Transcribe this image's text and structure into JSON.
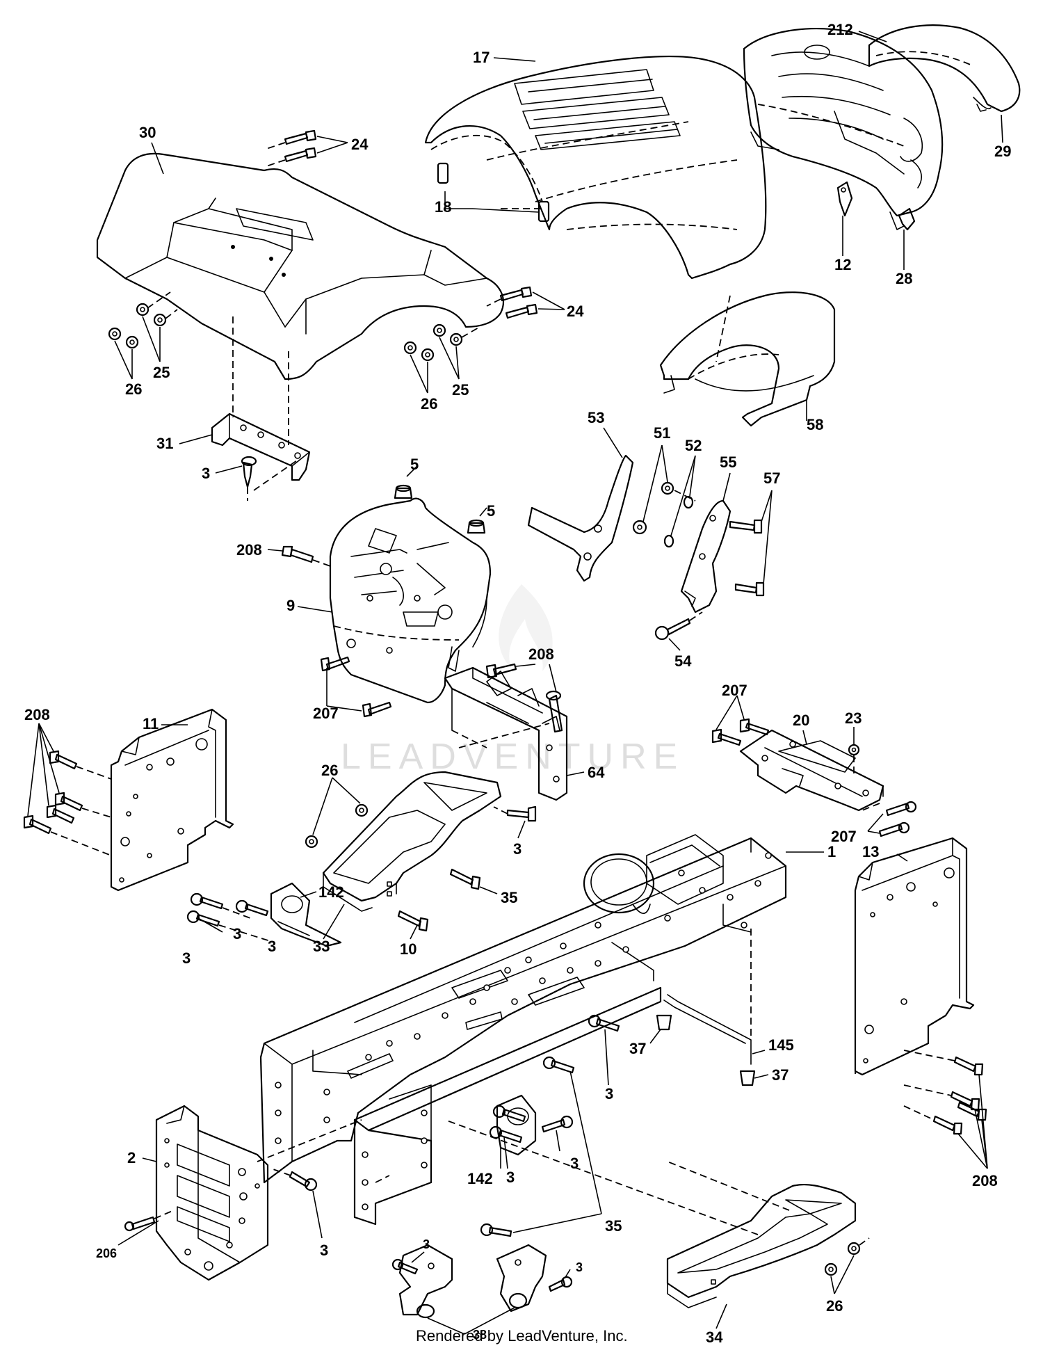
{
  "watermark": "LEADVENTURE",
  "footer": "Rendered by LeadVenture, Inc.",
  "callouts": {
    "c17": "17",
    "c212": "212",
    "c29": "29",
    "c30": "30",
    "c24a": "24",
    "c24b": "24",
    "c18": "18",
    "c12": "12",
    "c28": "28",
    "c26a": "26",
    "c25a": "25",
    "c26b": "26",
    "c25b": "25",
    "c58": "58",
    "c31": "31",
    "c3a": "3",
    "c53": "53",
    "c5a": "5",
    "c5b": "5",
    "c51": "51",
    "c52": "52",
    "c55": "55",
    "c57": "57",
    "c208a": "208",
    "c9": "9",
    "c208b": "208",
    "c54": "54",
    "c207a": "207",
    "c207b": "207",
    "c20": "20",
    "c23": "23",
    "c207c": "207",
    "c208c": "208",
    "c11": "11",
    "c26c": "26",
    "c64": "64",
    "c3b": "3",
    "c35a": "35",
    "c33": "33",
    "c10": "10",
    "c1": "1",
    "c3c": "3",
    "c3d": "3",
    "c3e": "3",
    "c142a": "142",
    "c13": "13",
    "c37a": "37",
    "c145": "145",
    "c37b": "37",
    "c3f": "3",
    "c2": "2",
    "c142b": "142",
    "c3g": "3",
    "c3h": "3",
    "c208d": "208",
    "c35b": "35",
    "c206": "206",
    "c3i": "3",
    "c3j": "3",
    "c3k": "3",
    "c34": "34",
    "c26d": "26",
    "c38": "38"
  }
}
